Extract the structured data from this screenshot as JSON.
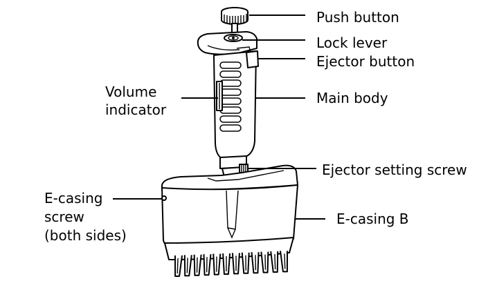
{
  "labels": {
    "push_button": "Push button",
    "lock_lever": "Lock lever",
    "ejector_button": "Ejector button",
    "volume_indicator_line1": "Volume",
    "volume_indicator_line2": "indicator",
    "main_body": "Main body",
    "ejector_setting_screw": "Ejector setting screw",
    "e_casing_screw_line1": "E-casing",
    "e_casing_screw_line2": "screw",
    "e_casing_screw_line3": "(both sides)",
    "e_casing_b": "E-casing B"
  },
  "colors": {
    "line": "#000000",
    "background": "#ffffff"
  },
  "tip_cone_count": 12
}
